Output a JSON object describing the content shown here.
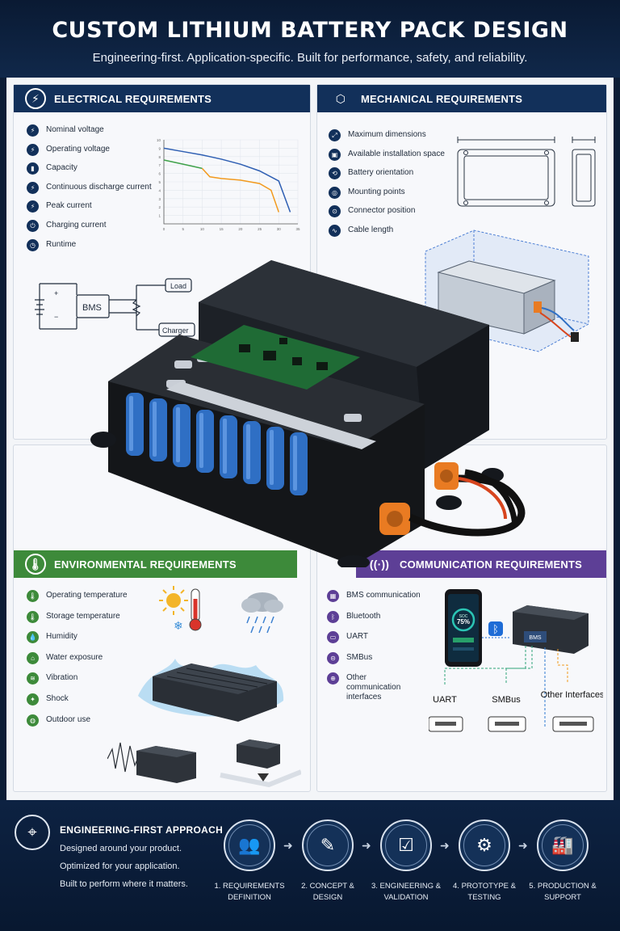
{
  "header": {
    "title": "CUSTOM LITHIUM BATTERY PACK DESIGN",
    "subtitle": "Engineering-first. Application-specific. Built for performance, safety, and reliability."
  },
  "electrical": {
    "title": "ELECTRICAL REQUIREMENTS",
    "items": [
      "Nominal voltage",
      "Operating voltage",
      "Capacity",
      "Continuous discharge current",
      "Peak current",
      "Charging current",
      "Runtime"
    ],
    "chart_data": {
      "type": "line",
      "x_ticks": [
        "0",
        "5",
        "10",
        "15",
        "20",
        "25",
        "30",
        "35"
      ],
      "y_ticks": [
        "1",
        "2",
        "3",
        "4",
        "5",
        "6",
        "7",
        "8",
        "9",
        "10"
      ],
      "x": [
        0,
        5,
        10,
        15,
        20,
        25,
        30,
        33
      ],
      "series": [
        {
          "color": "#2f5fb3",
          "values": [
            9.0,
            8.6,
            8.2,
            7.7,
            7.1,
            6.3,
            5.1,
            1.4
          ]
        },
        {
          "color": "#3fa14a",
          "values": [
            7.6,
            7.1,
            6.6,
            null,
            null,
            null,
            null,
            null
          ]
        },
        {
          "color": "#f29a1e",
          "x": [
            10,
            12,
            15,
            20,
            25,
            28,
            30
          ],
          "values": [
            6.6,
            5.6,
            5.4,
            5.2,
            4.8,
            4.0,
            1.4
          ]
        }
      ],
      "xlim": [
        0,
        35
      ],
      "ylim": [
        0,
        10
      ]
    },
    "schematic": {
      "bms": "BMS",
      "load": "Load",
      "charger": "Charger",
      "plus": "+",
      "minus": "−"
    }
  },
  "mechanical": {
    "title": "MECHANICAL REQUIREMENTS",
    "items": [
      "Maximum dimensions",
      "Available installation space",
      "Battery orientation",
      "Mounting points",
      "Connector position",
      "Cable length"
    ]
  },
  "environmental": {
    "title": "ENVIRONMENTAL REQUIREMENTS",
    "items": [
      "Operating temperature",
      "Storage temperature",
      "Humidity",
      "Water exposure",
      "Vibration",
      "Shock",
      "Outdoor use"
    ]
  },
  "communication": {
    "title": "COMMUNICATION REQUIREMENTS",
    "items": [
      "BMS communication",
      "Bluetooth",
      "UART",
      "SMBus",
      "Other communication interfaces"
    ],
    "phone": {
      "soc_label": "SOC",
      "soc_value": "75%"
    },
    "bms_label": "BMS",
    "ports": [
      "UART",
      "SMBus",
      "Other Interfaces"
    ]
  },
  "approach": {
    "title": "ENGINEERING-FIRST APPROACH",
    "lines": [
      "Designed around your product.",
      "Optimized for your application.",
      "Built to perform where it matters."
    ],
    "steps": [
      {
        "label1": "1. REQUIREMENTS",
        "label2": "DEFINITION",
        "icon": "team-icon"
      },
      {
        "label1": "2. CONCEPT &",
        "label2": "DESIGN",
        "icon": "design-icon"
      },
      {
        "label1": "3. ENGINEERING &",
        "label2": "VALIDATION",
        "icon": "clipboard-icon"
      },
      {
        "label1": "4. PROTOTYPE &",
        "label2": "TESTING",
        "icon": "gear-icon"
      },
      {
        "label1": "5. PRODUCTION &",
        "label2": "SUPPORT",
        "icon": "factory-icon"
      }
    ]
  },
  "colors": {
    "navy": "#12305a",
    "green": "#3d8a3a",
    "purple": "#5d3f96",
    "orange": "#e97b22",
    "cell_blue": "#2f6fc4"
  }
}
